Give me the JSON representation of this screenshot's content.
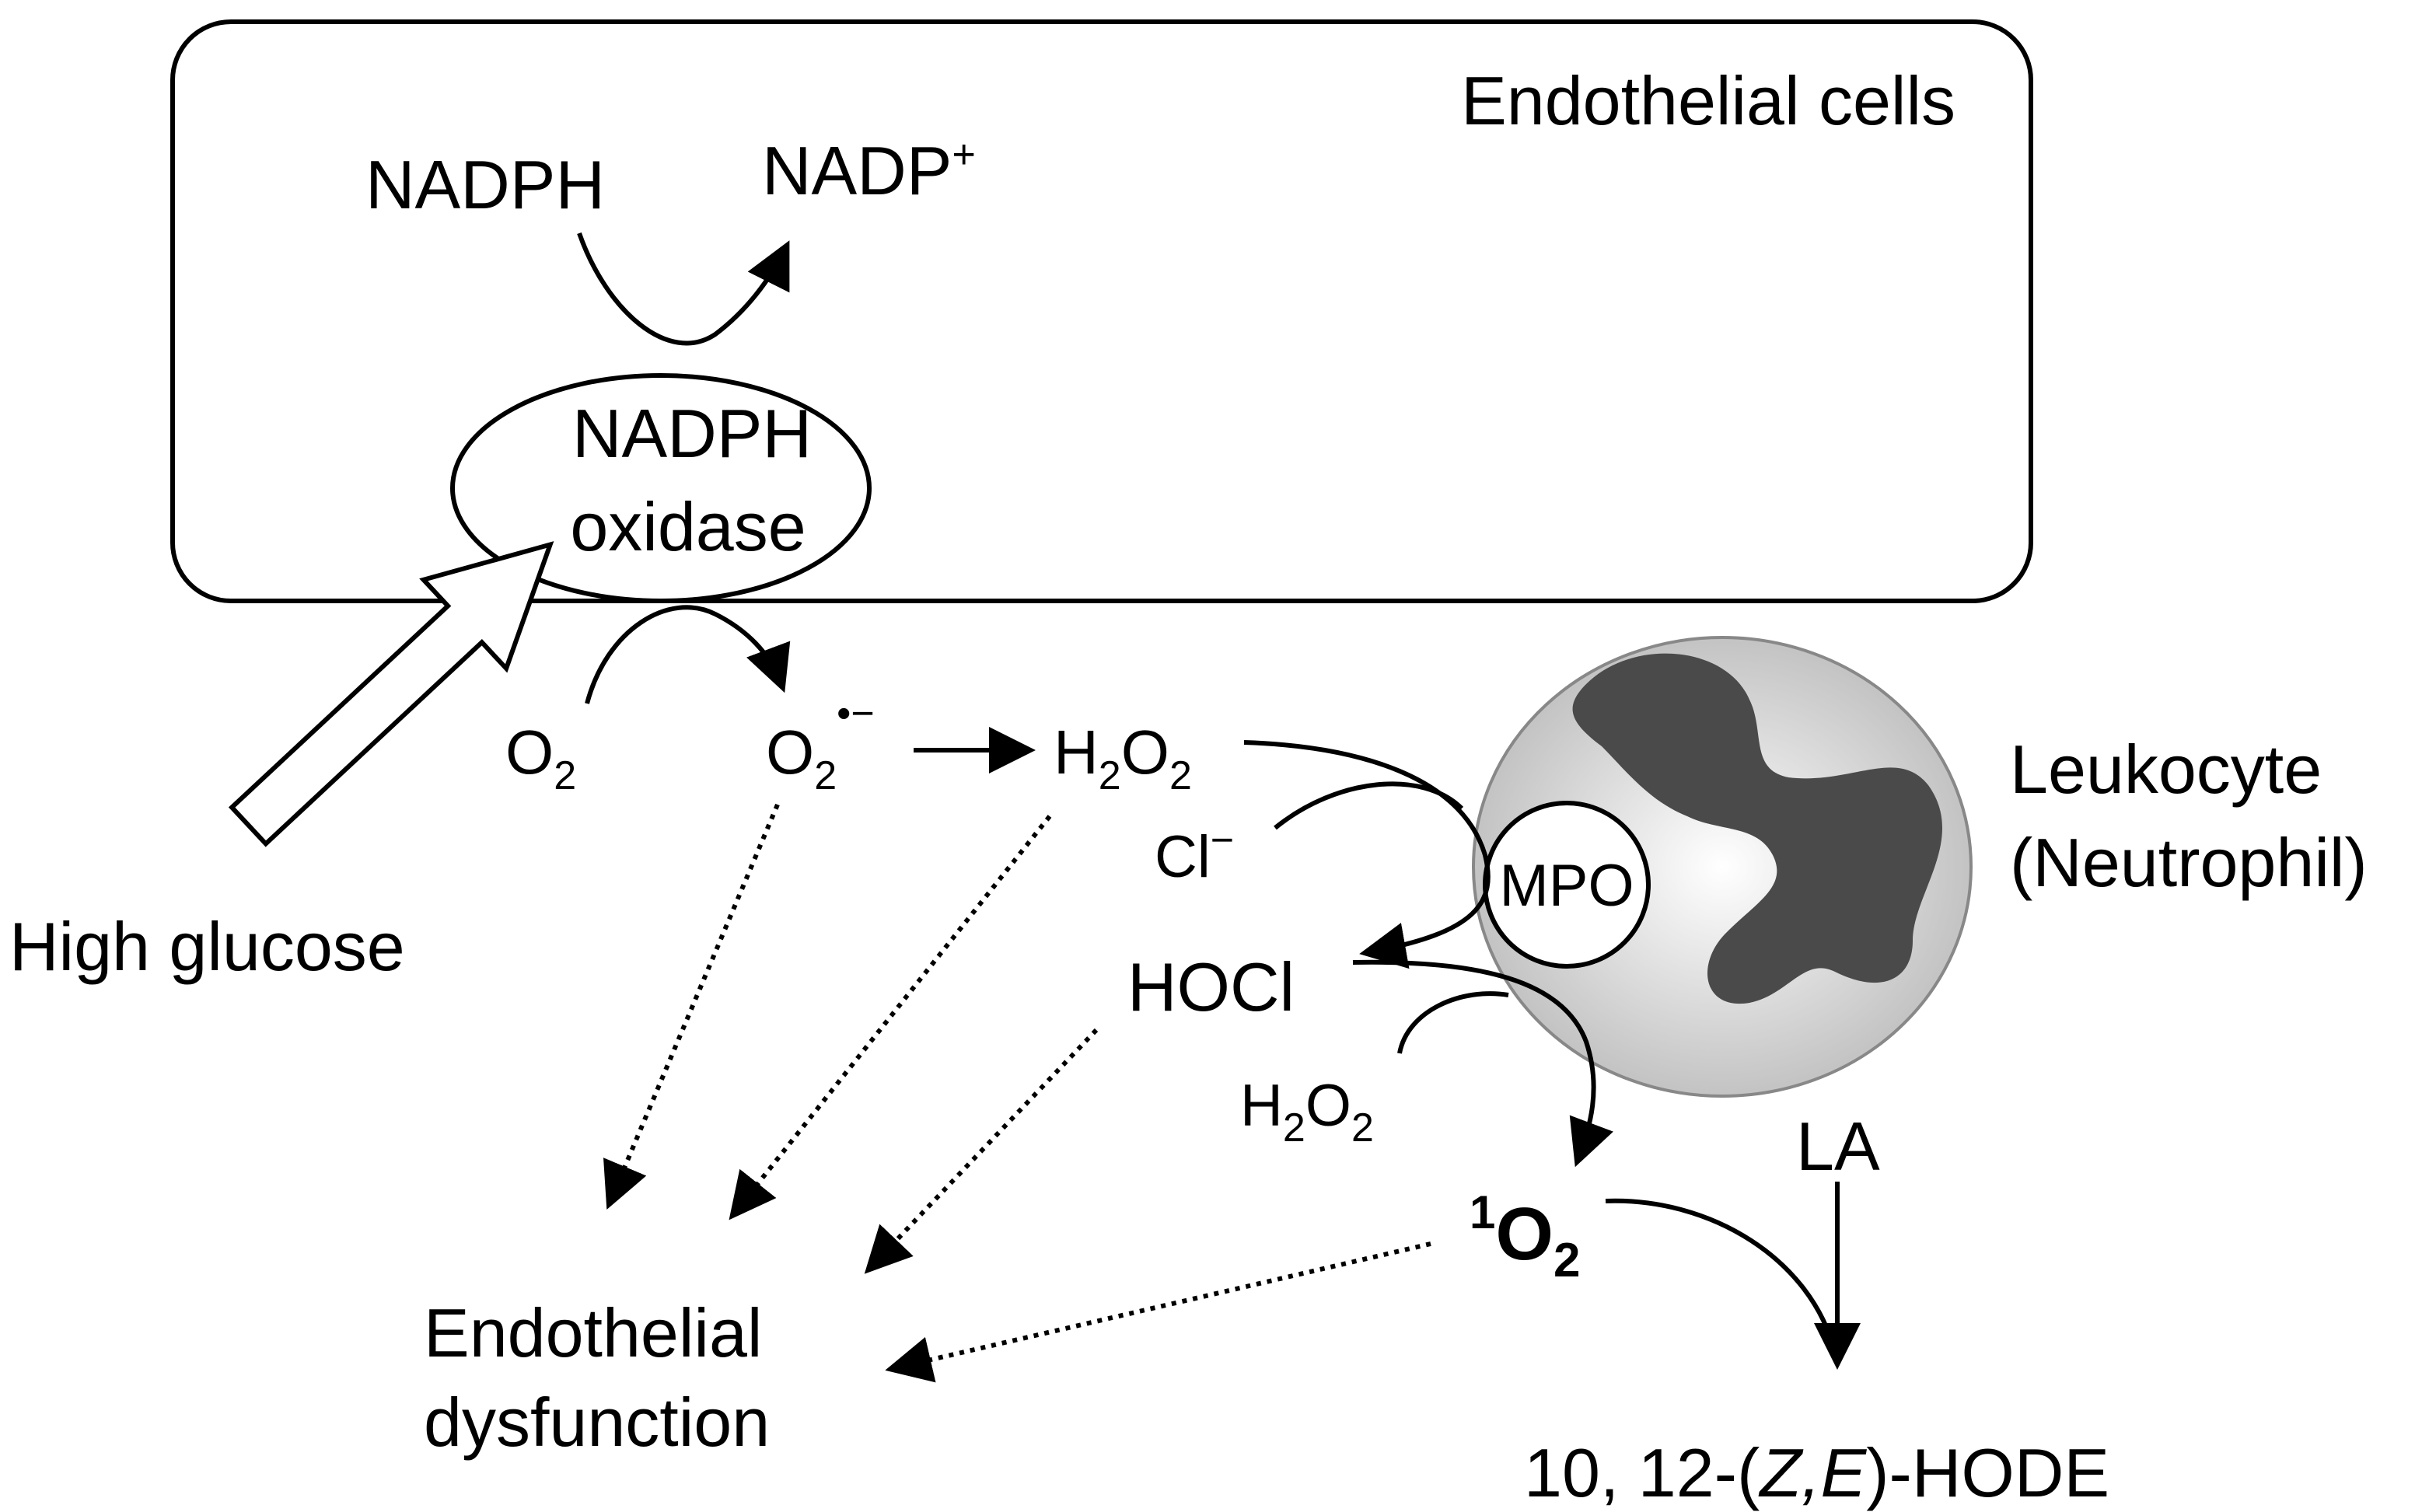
{
  "labels": {
    "endothelial_cells": "Endothelial cells",
    "nadph": "NADPH",
    "nadp_base": "NADP",
    "nadp_sup": "+",
    "nadph_oxidase_line1": "NADPH",
    "nadph_oxidase_line2": "oxidase",
    "high_glucose": "High glucose",
    "o2_a": "O",
    "o2_a_sub": "2",
    "superoxide_base": "O",
    "superoxide_sub": "2",
    "superoxide_sup": "•−",
    "h2o2_a_1": "H",
    "h2o2_a_2": "2",
    "h2o2_a_3": "O",
    "h2o2_a_4": "2",
    "chloride": "Cl",
    "chloride_sup": "−",
    "mpo": "MPO",
    "leukocyte_line1": "Leukocyte",
    "leukocyte_line2": "(Neutrophil)",
    "hocl": "HOCl",
    "h2o2_b_1": "H",
    "h2o2_b_2": "2",
    "h2o2_b_3": "O",
    "h2o2_b_4": "2",
    "singlet_sup": "1",
    "singlet_base": "O",
    "singlet_sub": "2",
    "la": "LA",
    "dysfunction_line1": "Endothelial",
    "dysfunction_line2": "dysfunction",
    "hode_prefix": "10, 12-(",
    "hode_z": "Z",
    "hode_comma": ",",
    "hode_e": "E",
    "hode_suffix": ")-HODE"
  },
  "colors": {
    "stroke": "#000000",
    "cell_fill": "#d8d8d8",
    "nucleus_fill": "#4a4a4a",
    "background": "#ffffff"
  }
}
